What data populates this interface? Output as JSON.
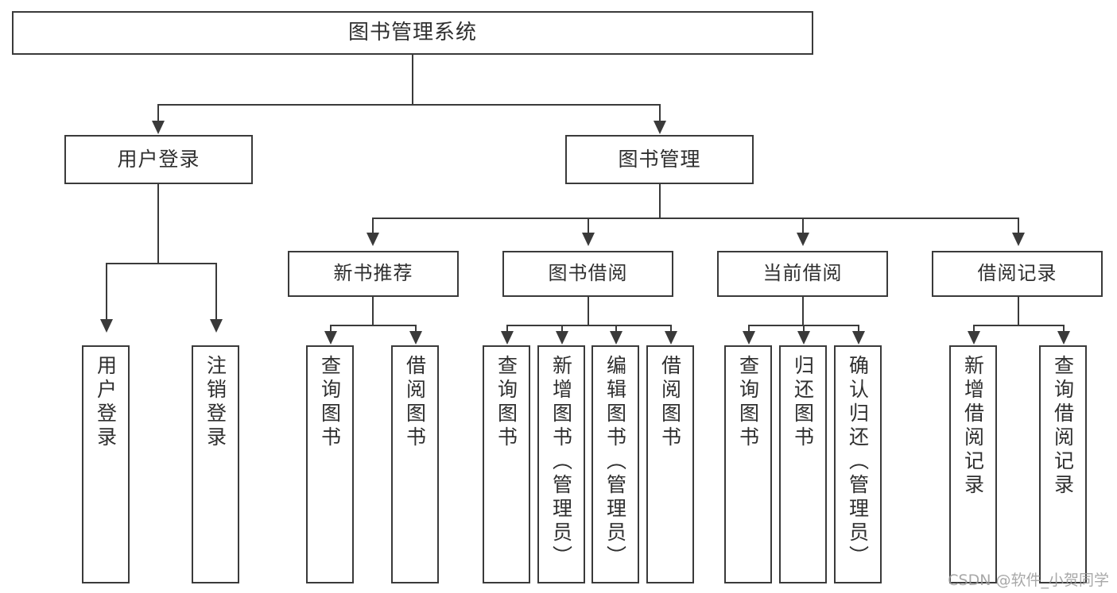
{
  "diagram": {
    "type": "tree-hierarchy-chart",
    "title": "图书管理系统",
    "root": {
      "label": "图书管理系统"
    },
    "level2": [
      {
        "label": "用户登录"
      },
      {
        "label": "图书管理"
      }
    ],
    "level3": [
      {
        "label": "新书推荐"
      },
      {
        "label": "图书借阅"
      },
      {
        "label": "当前借阅"
      },
      {
        "label": "借阅记录"
      }
    ],
    "leaves": {
      "user_login": [
        {
          "label": "用户登录"
        },
        {
          "label": "注销登录"
        }
      ],
      "new_book_recommend": [
        {
          "label": "查询图书"
        },
        {
          "label": "借阅图书"
        }
      ],
      "book_borrow": [
        {
          "label": "查询图书"
        },
        {
          "label": "新增图书（管理员）"
        },
        {
          "label": "编辑图书（管理员）"
        },
        {
          "label": "借阅图书"
        }
      ],
      "current_borrow": [
        {
          "label": "查询图书"
        },
        {
          "label": "归还图书"
        },
        {
          "label": "确认归还（管理员）"
        }
      ],
      "borrow_record": [
        {
          "label": "新增借阅记录"
        },
        {
          "label": "查询借阅记录"
        }
      ]
    }
  },
  "watermark": {
    "text": "CSDN @软件_小贺同学"
  },
  "colors": {
    "stroke": "#3a3a3a",
    "background": "#ffffff",
    "text": "#2f2f2f",
    "watermark": "#9a9a9a"
  }
}
